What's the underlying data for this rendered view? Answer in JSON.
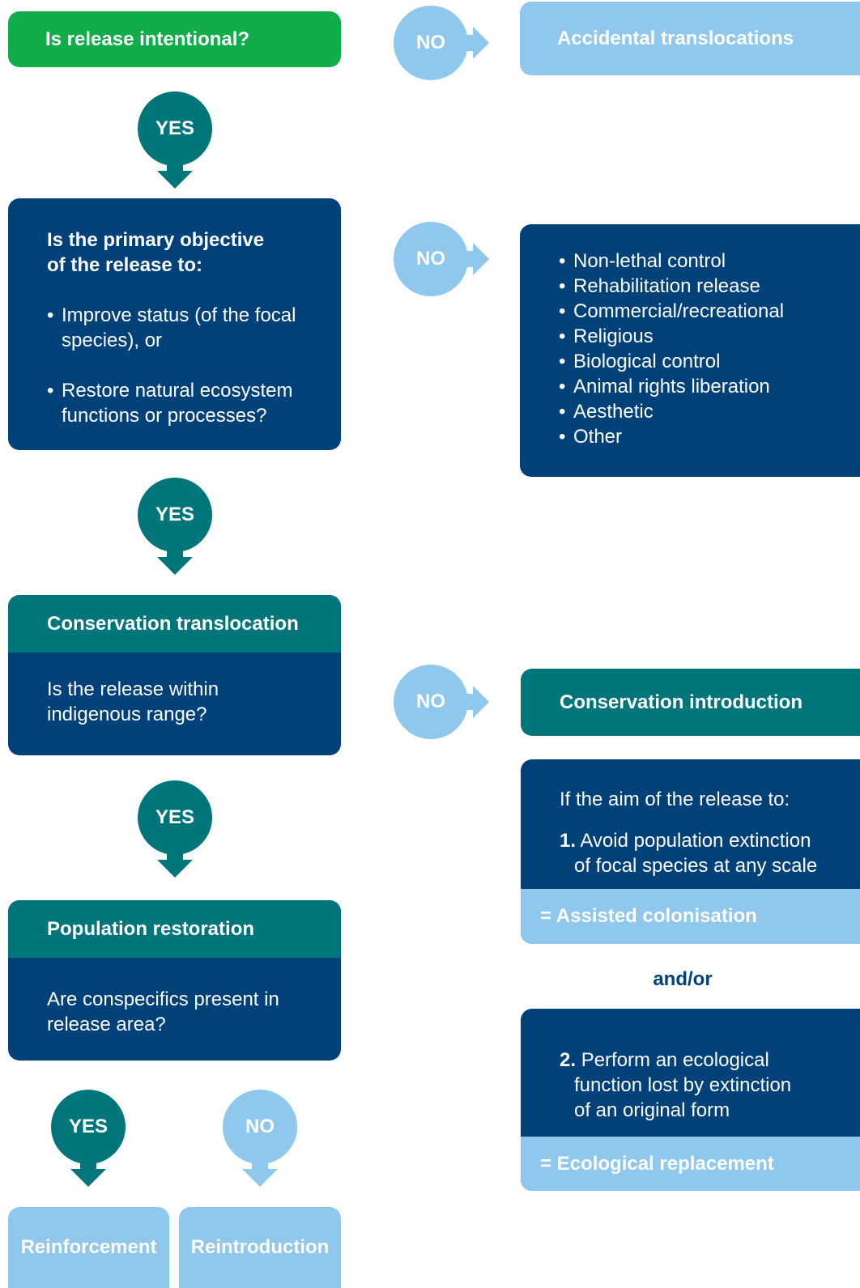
{
  "step1": {
    "question": "Is release intentional?",
    "no_label": "NO",
    "no_result": "Accidental translocations",
    "yes_label": "YES"
  },
  "step2": {
    "question_line1": "Is the primary objective",
    "question_line2": "of the release to:",
    "option1_line1": "Improve status (of the focal",
    "option1_line2": "species), or",
    "option2_line1": "Restore natural ecosystem",
    "option2_line2": "functions or processes?",
    "no_label": "NO",
    "no_reasons": [
      "Non-lethal control",
      "Rehabilitation release",
      "Commercial/recreational",
      "Religious",
      "Biological control",
      "Animal rights liberation",
      "Aesthetic",
      "Other"
    ],
    "yes_label": "YES"
  },
  "step3": {
    "header": "Conservation translocation",
    "question_line1": "Is the release within",
    "question_line2": "indigenous range?",
    "no_label": "NO",
    "yes_label": "YES"
  },
  "introduction": {
    "header": "Conservation introduction",
    "intro": "If the aim of the release to:",
    "aim1_num": "1.",
    "aim1_line1": "Avoid population extinction",
    "aim1_line2": "of focal species at any scale",
    "result1": "= Assisted colonisation",
    "connector": "and/or",
    "aim2_num": "2.",
    "aim2_line1": "Perform an ecological",
    "aim2_line2": "function lost by extinction",
    "aim2_line3": "of an original form",
    "result2": "= Ecological replacement"
  },
  "step4": {
    "header": "Population restoration",
    "question_line1": "Are conspecifics present in",
    "question_line2": "release area?",
    "yes_label": "YES",
    "no_label": "NO",
    "yes_result": "Reinforcement",
    "no_result": "Reintroduction"
  }
}
